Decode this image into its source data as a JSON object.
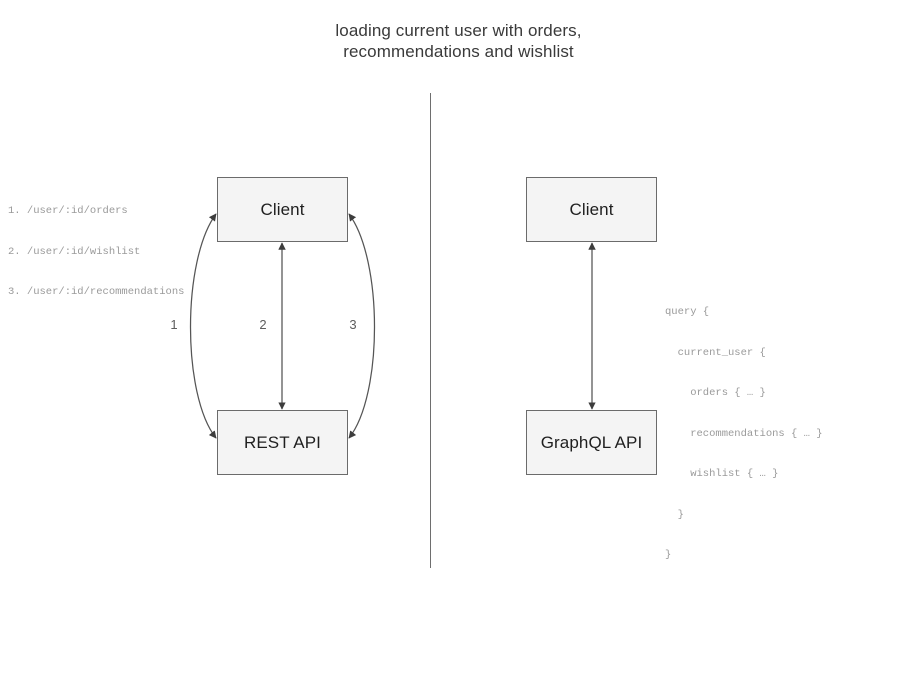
{
  "diagram": {
    "title": {
      "line1": "loading current user with orders,",
      "line2": "recommendations and wishlist"
    },
    "rest_side": {
      "client_label": "Client",
      "api_label": "REST API",
      "endpoints": [
        "1. /user/:id/orders",
        "2. /user/:id/wishlist",
        "3. /user/:id/recommendations"
      ],
      "edge_labels": [
        "1",
        "2",
        "3"
      ]
    },
    "graphql_side": {
      "client_label": "Client",
      "api_label": "GraphQL API",
      "query_lines": [
        "query {",
        "  current_user {",
        "    orders { … }",
        "    recommendations { … }",
        "    wishlist { … }",
        "  }",
        "}"
      ]
    },
    "colors": {
      "background": "#ffffff",
      "node_fill": "#f4f4f4",
      "node_border": "#6b6b6b",
      "edge_stroke": "#555555",
      "divider": "#6e6e6e",
      "title_text": "#3a3a3a",
      "mono_text": "#9a9a9a",
      "node_text": "#1f1f1f",
      "edge_label_text": "#5d5d5d"
    }
  }
}
